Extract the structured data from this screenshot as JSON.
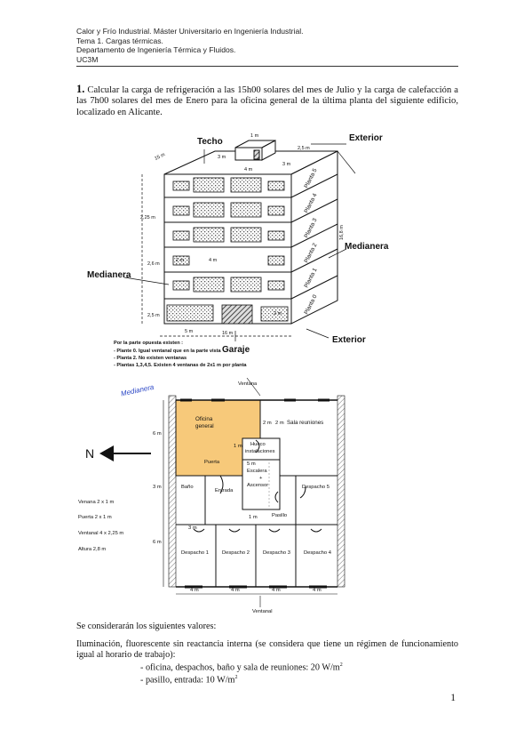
{
  "header": {
    "line1": "Calor y Frío Industrial. Máster Universitario en Ingeniería Industrial.",
    "line2": "Tema 1. Cargas térmicas.",
    "line3": "Departamento de Ingeniería Térmica y Fluidos.",
    "line4": "UC3M"
  },
  "problem": {
    "number": "1.",
    "statement": "Calcular la carga de refrigeración a las 15h00 solares del mes de Julio y la carga de calefacción a las 7h00 solares del mes de Enero para la oficina general de la última planta del siguiente edificio, localizado en Alicante."
  },
  "building": {
    "techo": "Techo",
    "exterior_top": "Exterior",
    "medianera_right": "Medianera",
    "medianera_left": "Medianera",
    "exterior_bottom": "Exterior",
    "garaje": "Garaje",
    "floors": [
      "Planta 5",
      "Planta 4",
      "Planta 3",
      "Planta 2",
      "Planta 1",
      "Planta 0"
    ],
    "dim_roof_1m": "1 m",
    "dim_roof_3m": "3 m",
    "dim_roof_3m_b": "3 m",
    "dim_roof_4m": "4 m",
    "dim_roof_25": "2,5 m",
    "dim_15m": "15 m",
    "dim_225": "2,25 m",
    "dim_26": "2,6 m",
    "dim_25b": "2,5 m",
    "dim_2m": "2 m",
    "dim_4m": "4 m",
    "dim_2m_b": "2 m",
    "dim_5m": "5 m",
    "dim_16m": "16 m",
    "dim_side": "16,8 m",
    "notes": [
      "Por la parte opuesta existen :",
      "- Plante 0.  Igual ventanal que en la parte vista",
      "- Planta 2.  No existen ventanas",
      "- Plantas 1,3,4,5. Existen 4 ventanas de 2x1 m  por planta"
    ]
  },
  "plan": {
    "ventana_label": "Ventana",
    "handwritten": "Medianera",
    "north": "N",
    "oficina": [
      "Oficina",
      "general"
    ],
    "sala": "Sala reuniones",
    "hueco": [
      "Hueco",
      "instalaciones"
    ],
    "escalera": [
      "Escalera",
      "+",
      "Ascensor"
    ],
    "puerta": "Puerta",
    "bano": "Baño",
    "entrada": "Entrada",
    "pasillo": "Pasillo",
    "despacho5": "Despacho 5",
    "despachos": [
      "Despacho 1",
      "Despacho 2",
      "Despacho 3",
      "Despacho 4"
    ],
    "dim_6m_top": "6 m",
    "dim_3m_mid": "3 m",
    "dim_6m_bot": "6 m",
    "dim_2m_a": "2 m",
    "dim_2m_b": "2 m",
    "dim_1m_a": "1 m",
    "dim_5m": "5 m",
    "dim_1m_b": "1 m",
    "dim_3m_bath": "3 m",
    "dim_bottom": [
      "4 m",
      "4 m",
      "4 m",
      "4 m"
    ],
    "ventanal_label": "Ventanal",
    "legend": [
      "Venana 2 x 1 m",
      "Puerta 2 x 1 m",
      "Ventanal 4 x 2,25 m",
      "Altura 2,8 m"
    ],
    "highlight_color": "#f7c97a"
  },
  "values": {
    "intro": "Se considerarán los siguientes valores:",
    "lighting": "Iluminación, fluorescente sin reactancia interna (se considera que tiene un régimen de funcionamiento igual al horario de trabajo):",
    "item1": "- oficina, despachos, baño y sala de reuniones: 20 W/m",
    "item2": "- pasillo, entrada: 10 W/m",
    "sup": "2"
  },
  "page_number": "1"
}
